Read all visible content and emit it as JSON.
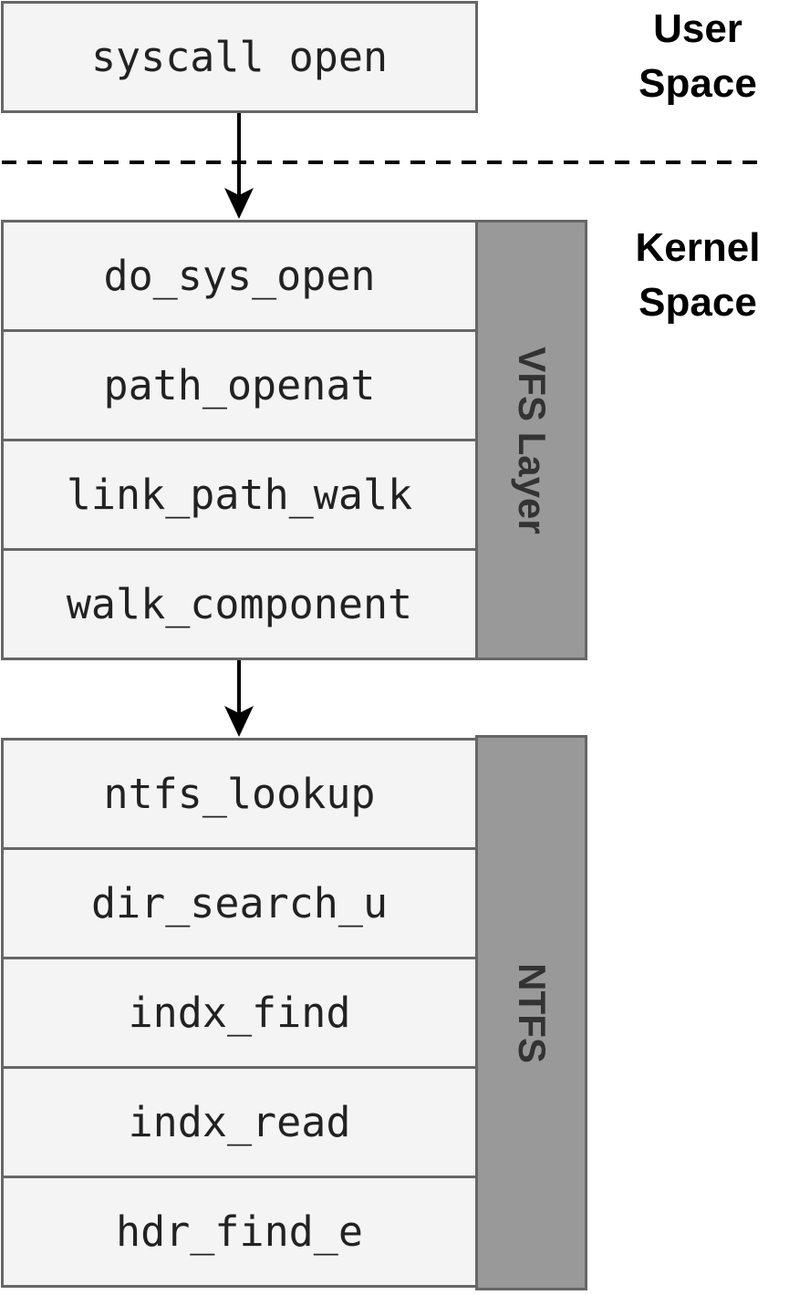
{
  "user_space": {
    "label_line1": "User",
    "label_line2": "Space",
    "syscall": "syscall open"
  },
  "kernel_space": {
    "label_line1": "Kernel",
    "label_line2": "Space"
  },
  "vfs_layer": {
    "label": "VFS Layer",
    "functions": [
      "do_sys_open",
      "path_openat",
      "link_path_walk",
      "walk_component"
    ]
  },
  "ntfs": {
    "label": "NTFS",
    "functions": [
      "ntfs_lookup",
      "dir_search_u",
      "indx_find",
      "indx_read",
      "hdr_find_e"
    ]
  },
  "colors": {
    "box_fill": "#f4f4f4",
    "box_border": "#666666",
    "layer_fill": "#999999",
    "layer_text": "#333333",
    "arrow": "#000000"
  }
}
